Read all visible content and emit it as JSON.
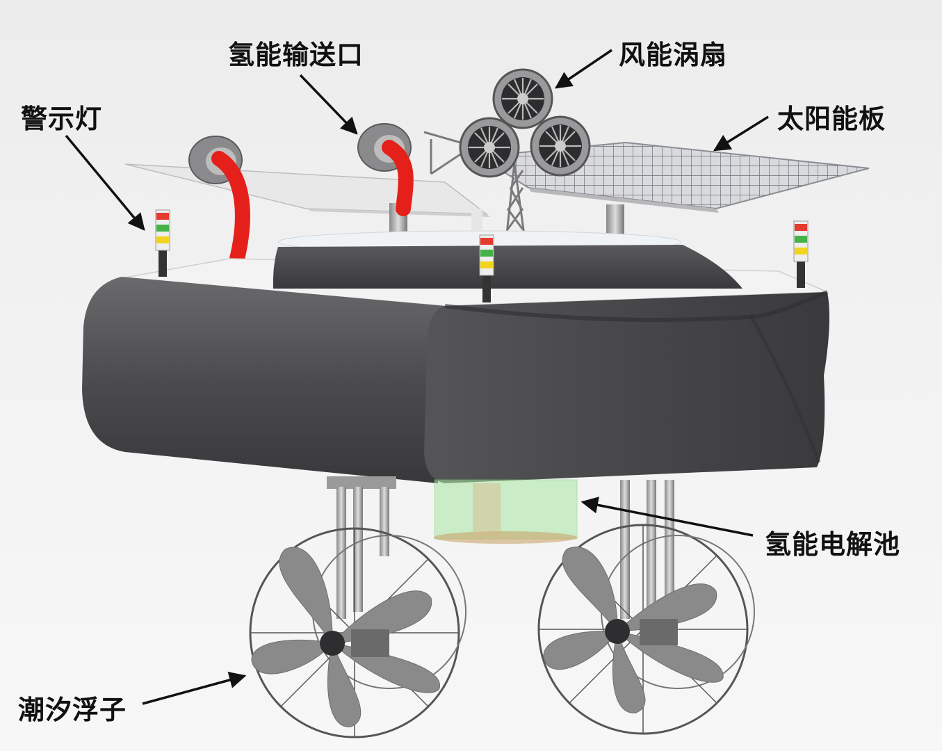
{
  "labels": {
    "warning_light": "警示灯",
    "hydrogen_outlet": "氢能输送口",
    "wind_turbine_fan": "风能涡扇",
    "solar_panel": "太阳能板",
    "hydrogen_electrolyzer": "氢能电解池",
    "tidal_float": "潮汐浮子"
  },
  "colors": {
    "hull": "#4a4a4d",
    "hose": "#e5201b",
    "electrolyzer": "#a8e6a3",
    "propeller": "#8a8a8a"
  }
}
